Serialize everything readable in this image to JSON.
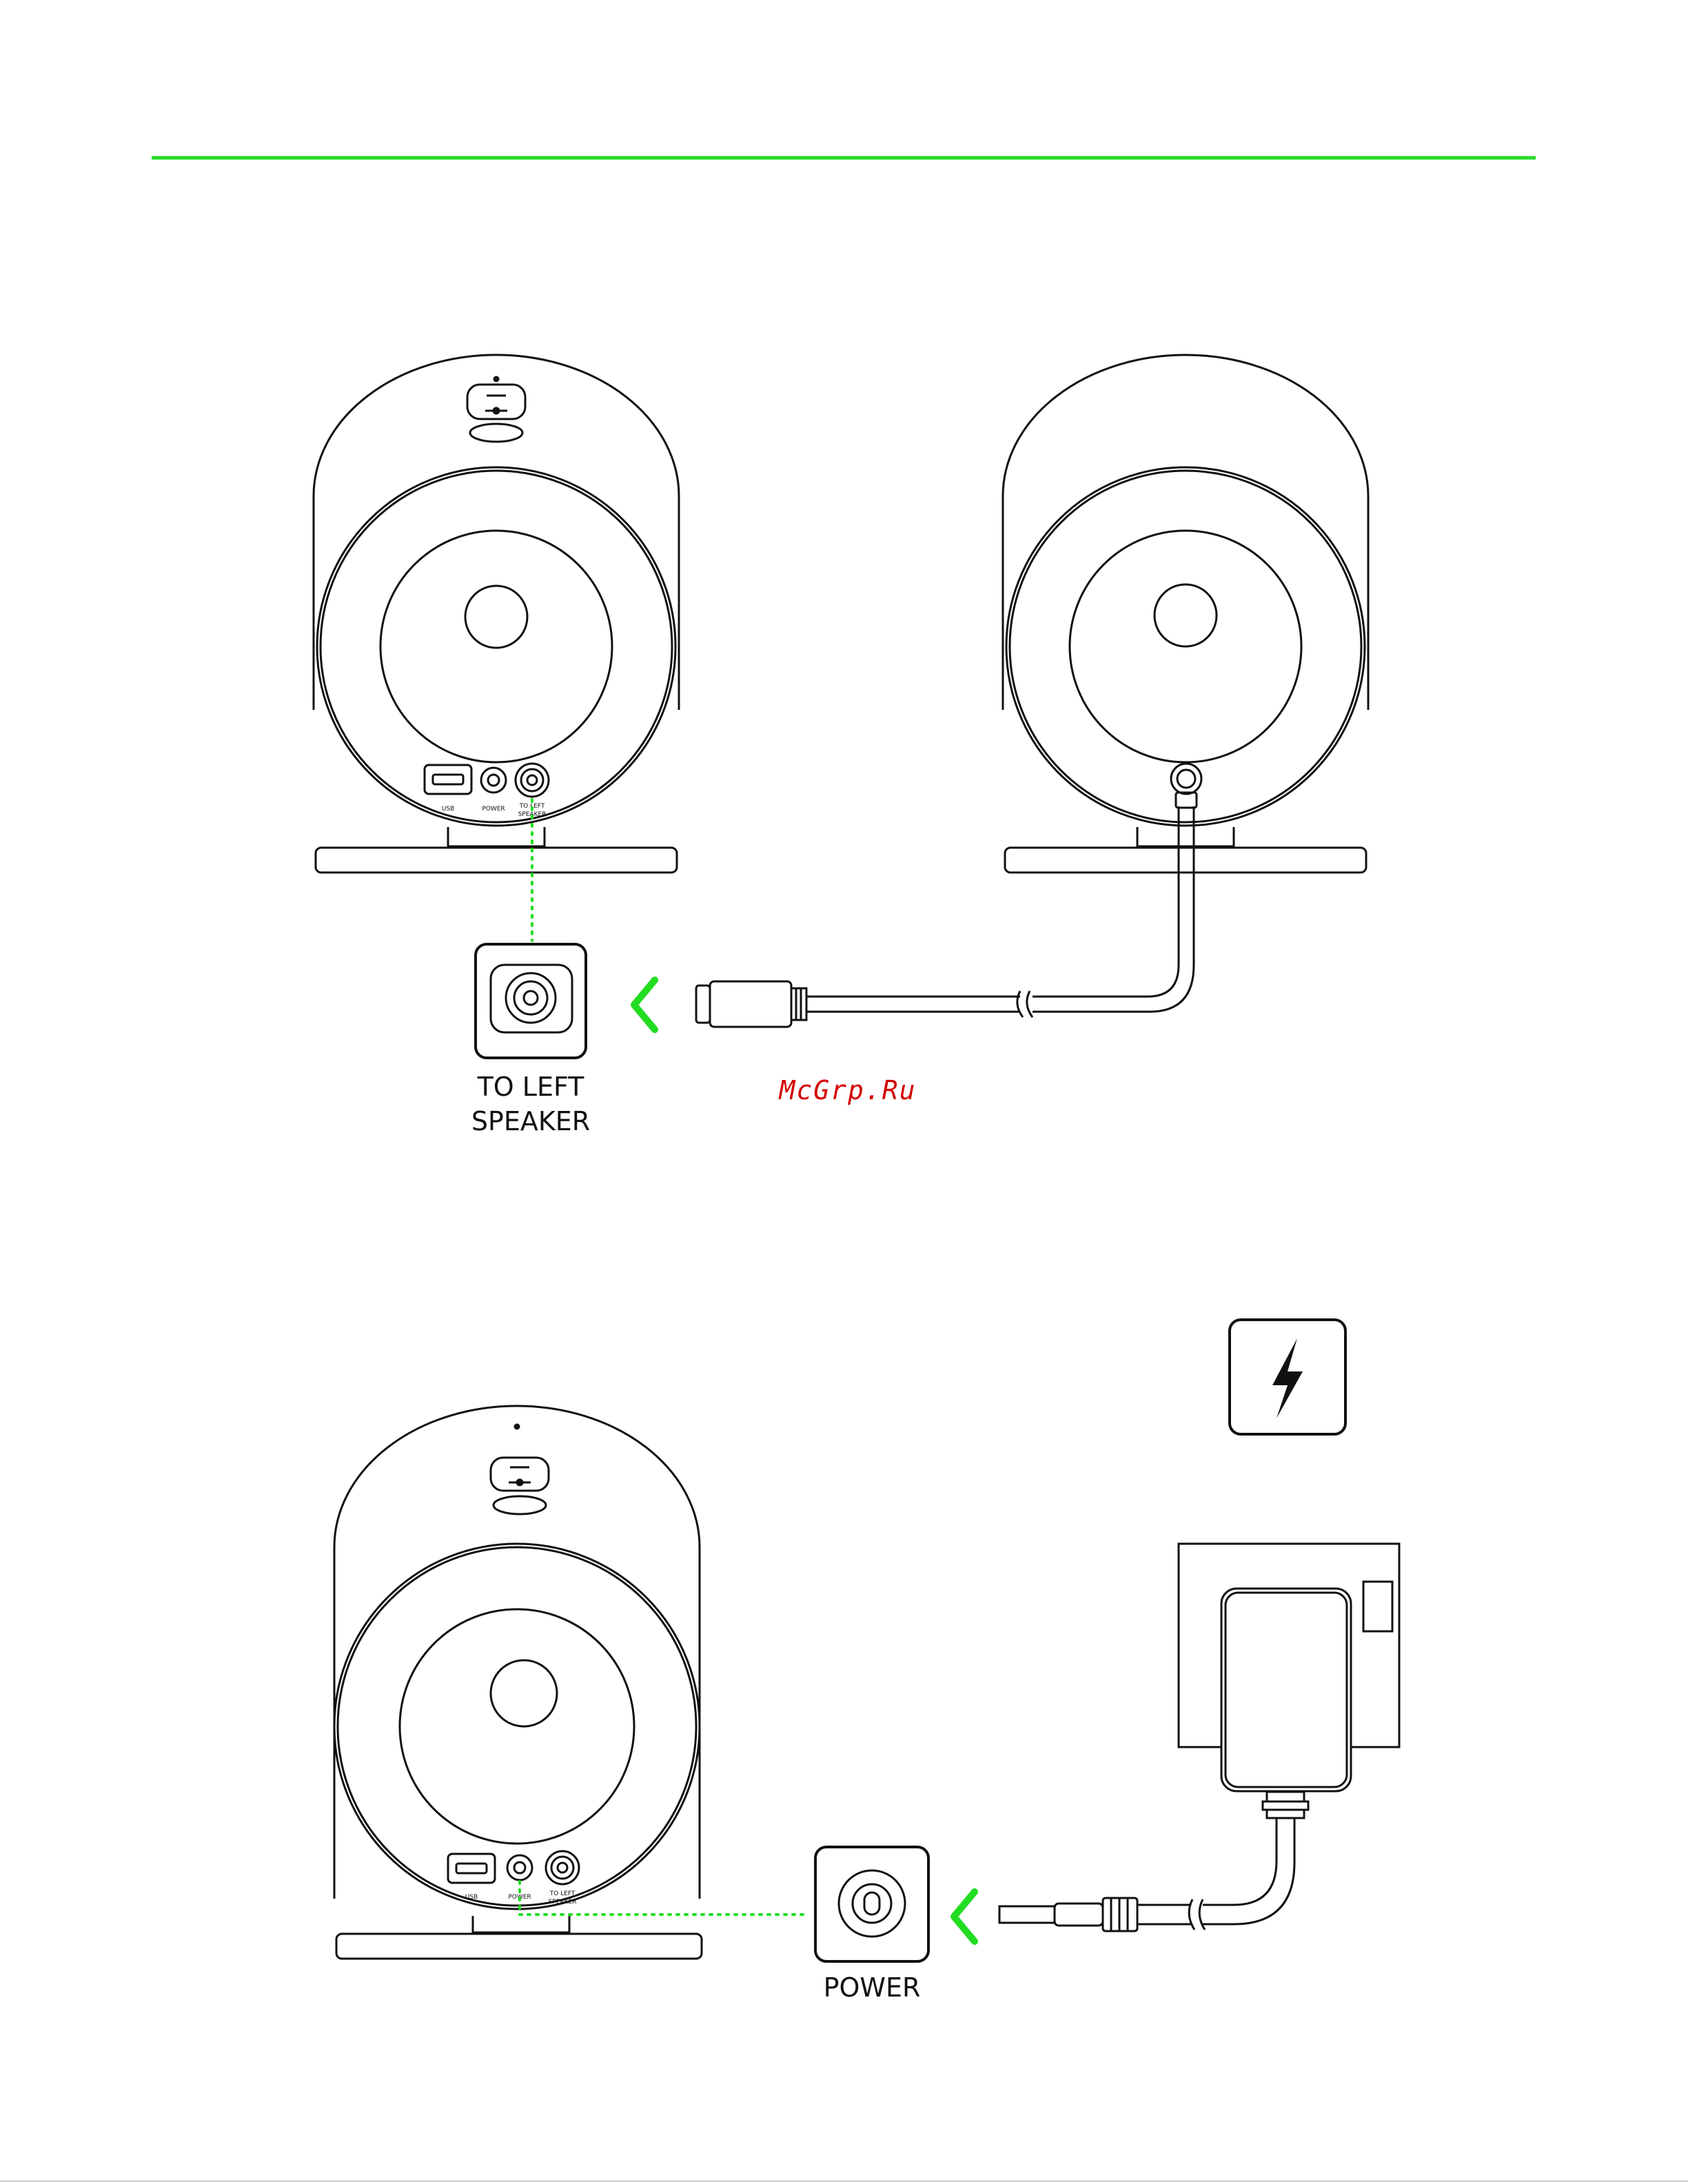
{
  "colors": {
    "accent": "#22dd22",
    "stroke": "#111111",
    "watermark": "#d40000"
  },
  "top_figure": {
    "port_labels": {
      "usb": "USB",
      "power": "POWER",
      "to_left_1": "TO LEFT",
      "to_left_2": "SPEAKER"
    },
    "callout_label_line1": "TO LEFT",
    "callout_label_line2": "SPEAKER",
    "arrow_icon": "chevron-left-icon"
  },
  "watermark": "McGrp.Ru",
  "bottom_figure": {
    "port_labels": {
      "usb": "USB",
      "power": "POWER",
      "to_left_1": "TO LEFT",
      "to_left_2": "SPEAKER"
    },
    "callout_label": "POWER",
    "power_icon": "lightning-bolt-icon",
    "arrow_icon": "chevron-left-icon"
  }
}
